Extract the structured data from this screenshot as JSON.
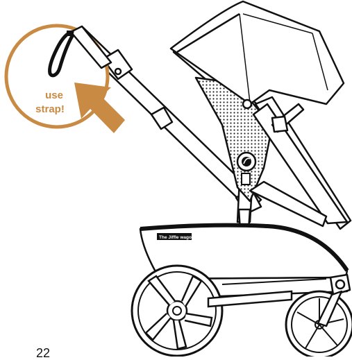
{
  "callout": {
    "line1": "use",
    "line2": "strap!",
    "accent_color": "#C98A43"
  },
  "stroller": {
    "brand_label": "The Jiffle wagon"
  },
  "page": {
    "number": "22"
  },
  "icons": [
    "strap-icon",
    "arrow-icon",
    "brand-logo-icon"
  ]
}
